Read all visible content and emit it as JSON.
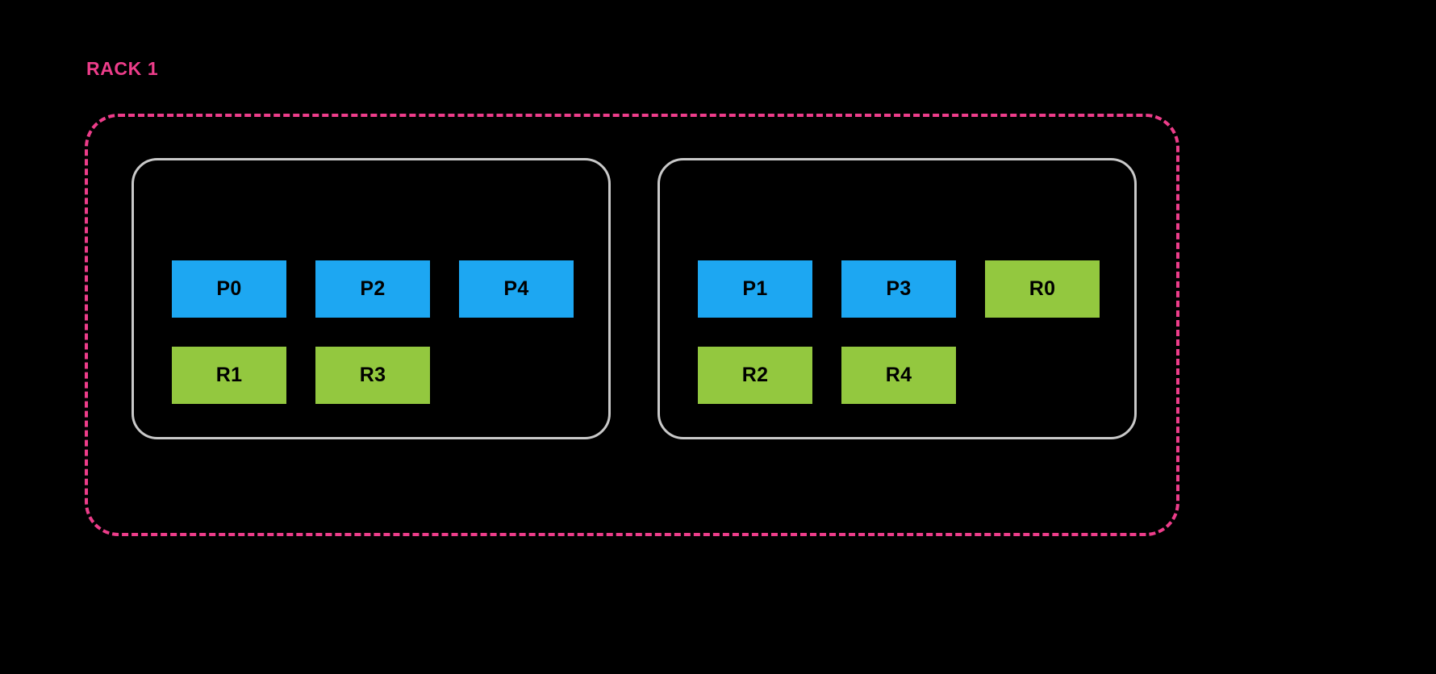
{
  "diagram": {
    "background_color": "#000000",
    "rack": {
      "label": "RACK 1",
      "boundary_color": "#ed3d8a",
      "boundary_style": "dashed"
    },
    "legend_colors": {
      "partition": "#1da7f2",
      "replica": "#93c83f",
      "node_border": "#c9c9c9",
      "rack_border": "#ed3d8a"
    },
    "nodes": [
      {
        "name": "node-left",
        "rows": [
          [
            {
              "label": "P0",
              "kind": "partition"
            },
            {
              "label": "P2",
              "kind": "partition"
            },
            {
              "label": "P4",
              "kind": "partition"
            }
          ],
          [
            {
              "label": "R1",
              "kind": "replica"
            },
            {
              "label": "R3",
              "kind": "replica"
            }
          ]
        ]
      },
      {
        "name": "node-right",
        "rows": [
          [
            {
              "label": "P1",
              "kind": "partition"
            },
            {
              "label": "P3",
              "kind": "partition"
            },
            {
              "label": "R0",
              "kind": "replica"
            }
          ],
          [
            {
              "label": "R2",
              "kind": "replica"
            },
            {
              "label": "R4",
              "kind": "replica"
            }
          ]
        ]
      }
    ]
  }
}
